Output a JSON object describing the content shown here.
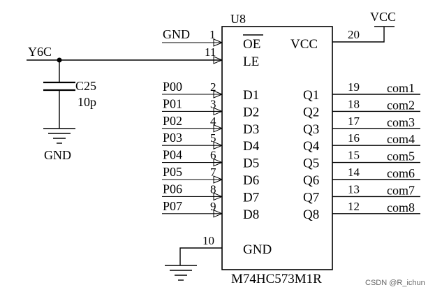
{
  "chip": {
    "ref": "U8",
    "part": "M74HC573M1R",
    "vcc_label": "VCC",
    "gnd_label": "GND",
    "oe_label": "OE",
    "le_label": "LE",
    "vcc_pin": "20",
    "gnd_pin": "10",
    "oe_pin": "1",
    "le_pin": "11",
    "inputs": [
      {
        "pin": "2",
        "name": "D1",
        "net": "P00"
      },
      {
        "pin": "3",
        "name": "D2",
        "net": "P01"
      },
      {
        "pin": "4",
        "name": "D3",
        "net": "P02"
      },
      {
        "pin": "5",
        "name": "D4",
        "net": "P03"
      },
      {
        "pin": "6",
        "name": "D5",
        "net": "P04"
      },
      {
        "pin": "7",
        "name": "D6",
        "net": "P05"
      },
      {
        "pin": "8",
        "name": "D7",
        "net": "P06"
      },
      {
        "pin": "9",
        "name": "D8",
        "net": "P07"
      }
    ],
    "outputs": [
      {
        "pin": "19",
        "name": "Q1",
        "net": "com1"
      },
      {
        "pin": "18",
        "name": "Q2",
        "net": "com2"
      },
      {
        "pin": "17",
        "name": "Q3",
        "net": "com3"
      },
      {
        "pin": "16",
        "name": "Q4",
        "net": "com4"
      },
      {
        "pin": "15",
        "name": "Q5",
        "net": "com5"
      },
      {
        "pin": "14",
        "name": "Q6",
        "net": "com6"
      },
      {
        "pin": "13",
        "name": "Q7",
        "net": "com7"
      },
      {
        "pin": "12",
        "name": "Q8",
        "net": "com8"
      }
    ]
  },
  "nets": {
    "vcc": "VCC",
    "oe_gnd": "GND",
    "le_net": "Y6C",
    "cap_gnd": "GND"
  },
  "capacitor": {
    "ref": "C25",
    "value": "10p"
  },
  "watermark": "CSDN @R_ichun"
}
